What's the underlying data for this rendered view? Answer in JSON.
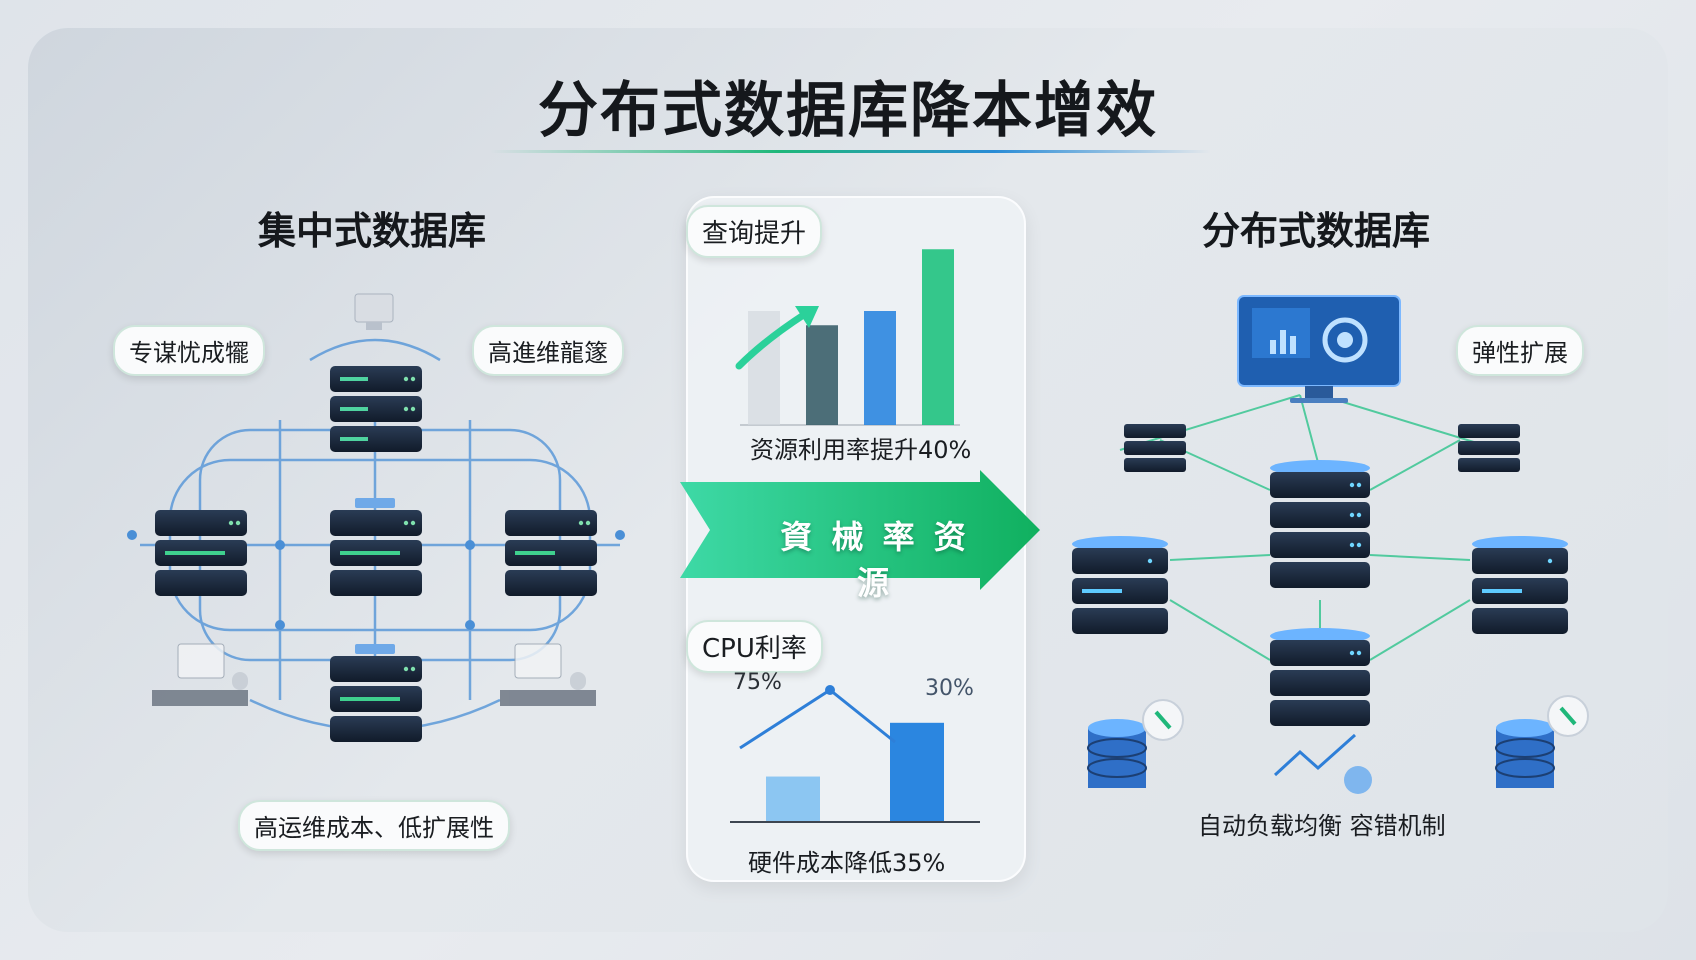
{
  "title": "分布式数据库降本增效",
  "left": {
    "heading": "集中式数据库",
    "bubble_1": "专谋忧成犤",
    "bubble_2": "高進维龍篴",
    "caption": "高运维成本、低扩展性"
  },
  "middle": {
    "query_label": "查询提升",
    "utilization_caption": "资源利用率提升40%",
    "arrow_label": "資 械 率 资 源",
    "cpu_label": "CPU利率",
    "cpu_value_1": "75%",
    "cpu_value_2": "30%",
    "hardware_caption": "硬件成本降低35%"
  },
  "right": {
    "heading": "分布式数据库",
    "bubble": "弹性扩展",
    "caption": "自动负载均衡 容错机制"
  },
  "colors": {
    "accent_green": "#1fc27f",
    "accent_blue": "#2b86e0",
    "server_dark": "#1c2a3f"
  },
  "chart_data": [
    {
      "type": "bar",
      "categories": [],
      "values": [
        48,
        42,
        48,
        74
      ],
      "title": "查询提升",
      "xlabel": "资源利用率提升40%",
      "ylabel": "",
      "ylim": [
        0,
        80
      ]
    },
    {
      "type": "bar",
      "categories": [],
      "values": [
        22,
        48
      ],
      "title": "CPU利率",
      "xlabel": "硬件成本降低35%",
      "ylabel": "",
      "ylim": [
        0,
        60
      ]
    }
  ]
}
